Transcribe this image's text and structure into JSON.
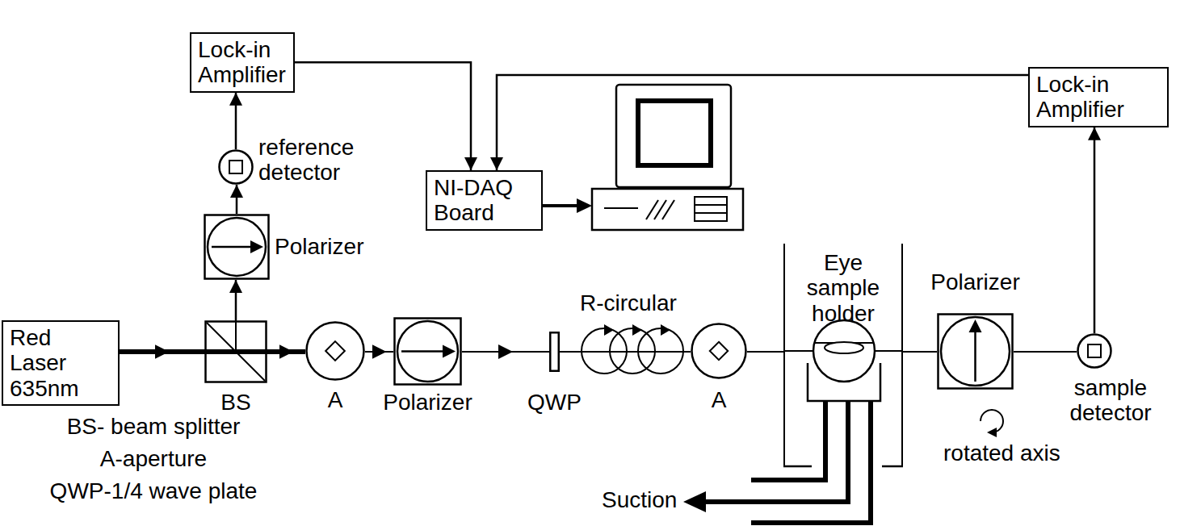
{
  "diagram": {
    "nodes": [
      {
        "text": [
          "Lock-in Amplifier"
        ]
      },
      {
        "text": [
          "Lock-in Amplifier"
        ]
      },
      {
        "text": [
          "NI-DAQ Board"
        ]
      },
      {
        "text": [
          "reference detector"
        ]
      },
      {
        "text": [
          "Polarizer"
        ]
      },
      {
        "text": [
          "Red Laser 635nm"
        ]
      },
      {
        "text": [
          "BS"
        ]
      },
      {
        "text": [
          "A"
        ]
      },
      {
        "text": [
          "Polarizer"
        ]
      },
      {
        "text": [
          "QWP"
        ]
      },
      {
        "text": [
          "A"
        ]
      },
      {
        "text": [
          "Eye sample holder"
        ]
      },
      {
        "text": [
          "Polarizer"
        ]
      },
      {
        "text": [
          "sample detector"
        ]
      }
    ],
    "edges": [
      {
        "from": 3,
        "to": 0,
        "arrow": "to"
      },
      {
        "from": 0,
        "to": 2,
        "arrow": "to"
      },
      {
        "from": 1,
        "to": 2,
        "arrow": "to"
      },
      {
        "from": 13,
        "to": 1,
        "arrow": "to"
      },
      {
        "from": 4,
        "to": 3,
        "arrow": "to"
      },
      {
        "from": 6,
        "to": 4,
        "arrow": "to"
      },
      {
        "from": 5,
        "to": 6,
        "arrow": "to"
      },
      {
        "from": 6,
        "to": 7,
        "arrow": "to"
      },
      {
        "from": 7,
        "to": 8,
        "arrow": "to"
      },
      {
        "from": 8,
        "to": 9,
        "arrow": "to"
      },
      {
        "from": 9,
        "to": 10,
        "arrow": "none"
      },
      {
        "from": 10,
        "to": 11,
        "arrow": "none"
      },
      {
        "from": 11,
        "to": 12,
        "arrow": "none"
      },
      {
        "from": 12,
        "to": 13,
        "arrow": "none"
      }
    ],
    "labels": [
      "R-circular",
      "BS- beam splitter",
      "A-aperture",
      "QWP-1/4 wave plate",
      "Suction",
      "rotated axis"
    ]
  }
}
